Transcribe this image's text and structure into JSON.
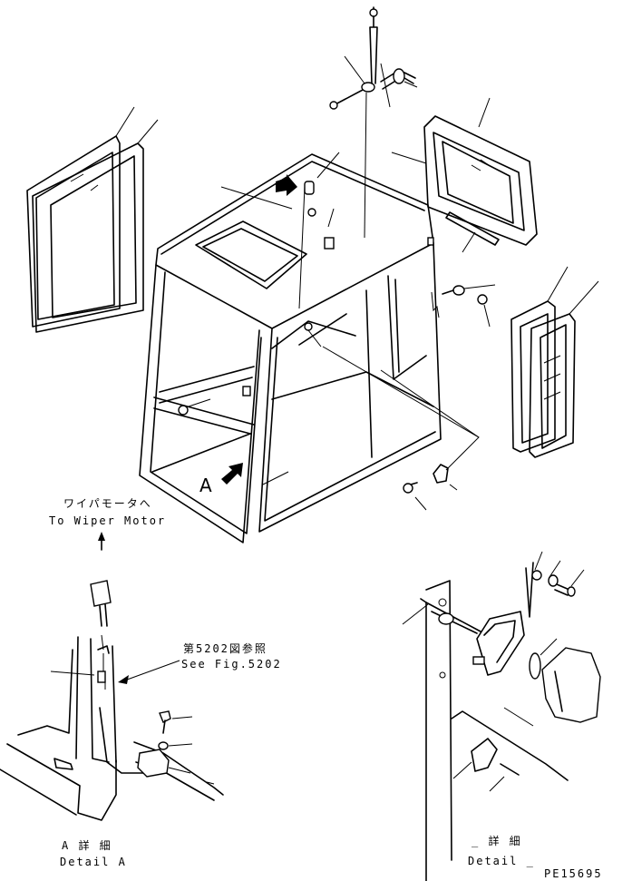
{
  "labels": {
    "wiper_jp": "ワイパモータへ",
    "wiper_en": "To Wiper Motor",
    "fig_ref_jp": "第5202図参照",
    "fig_ref_en": "See Fig.5202",
    "view_a": "A",
    "detail_a_jp": "A 詳 細",
    "detail_a_en": "Detail A",
    "detail_b_jp": "_ 詳 細",
    "detail_b_en": "Detail _",
    "drawing_code": "PE15695"
  },
  "icons": [
    "view-arrow-icon",
    "up-arrow-icon"
  ],
  "colors": {
    "ink": "#000000",
    "paper": "#ffffff"
  }
}
